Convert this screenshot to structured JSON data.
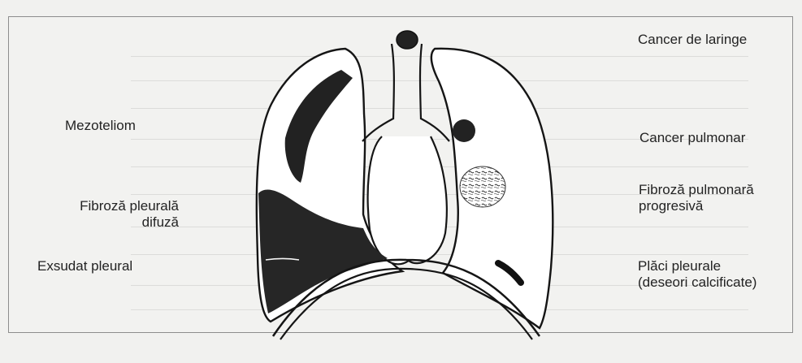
{
  "labels": {
    "right": {
      "larynx": "Cancer de laringe",
      "lung": "Cancer pulmonar",
      "fibrosis": "Fibroză pulmonară\nprogresivă",
      "plaques": "Plăci pleurale\n(deseori calcificate)"
    },
    "left": {
      "mesothelioma": "Mezoteliom",
      "diffuse_fibrosis": "Fibroză pleurală\ndifuză",
      "effusion": "Exsudat pleural"
    }
  },
  "colors": {
    "background": "#f1f1ef",
    "frame": "#8d8d8d",
    "ink": "#151515",
    "pathology": "#252525",
    "lung_fill": "#ffffff"
  },
  "icons": {
    "main": "pleura-lung-diagram"
  }
}
